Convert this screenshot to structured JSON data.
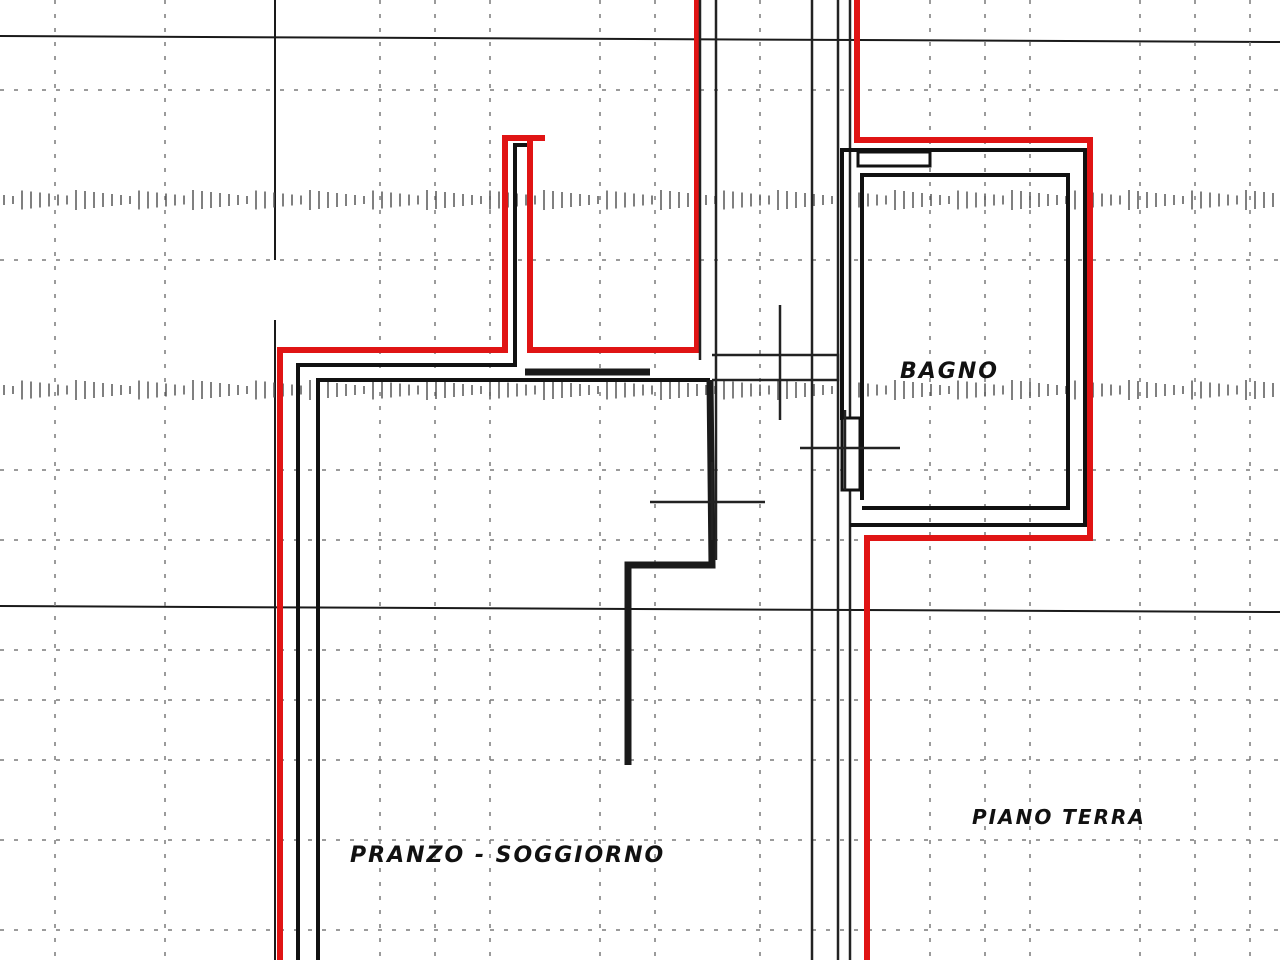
{
  "plan": {
    "labels": {
      "living": "PRANZO - SOGGIORNO",
      "bath": "BAGNO",
      "floor": "PIANO TERRA"
    },
    "colors": {
      "perimeter": "#e01414",
      "walls": "#111111",
      "grid": "#7a7a7a",
      "background": "#ffffff"
    }
  }
}
